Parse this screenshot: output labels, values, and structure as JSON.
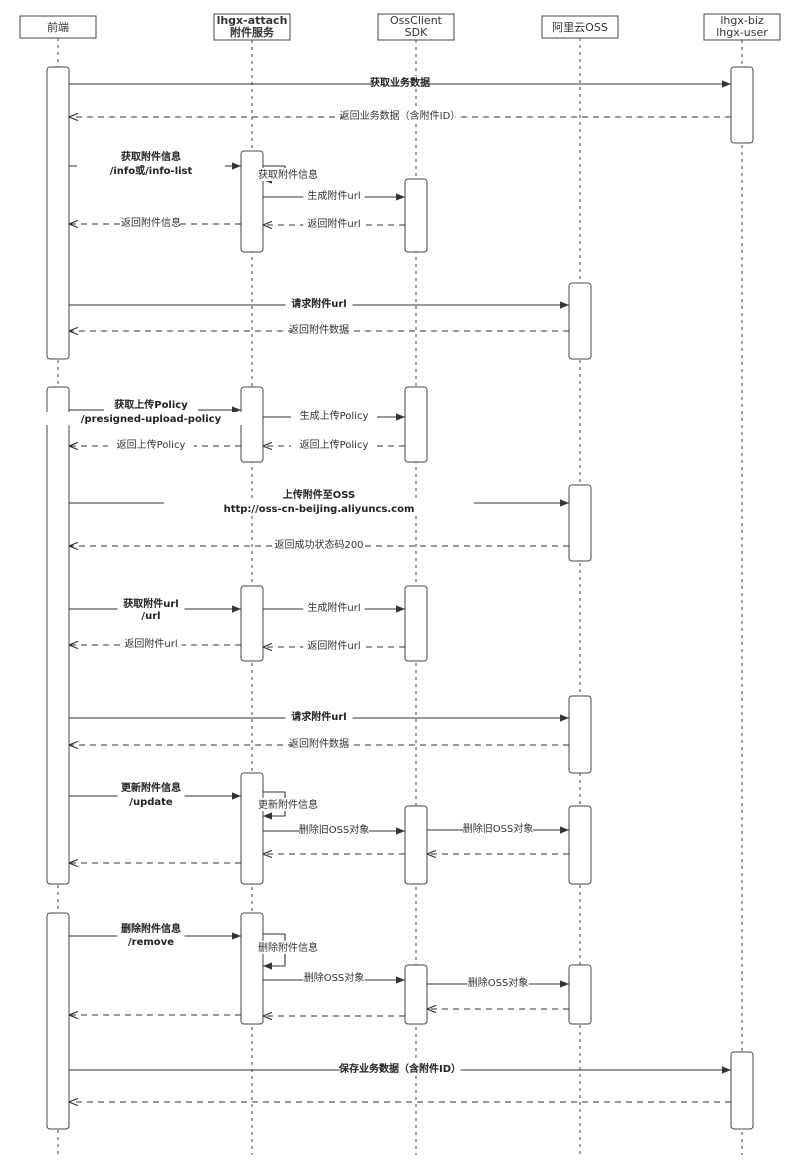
{
  "participants": [
    {
      "id": "fe",
      "lines": [
        "前端"
      ],
      "bold": false
    },
    {
      "id": "attach",
      "lines": [
        "lhgx-attach",
        "附件服务"
      ],
      "bold": true
    },
    {
      "id": "sdk",
      "lines": [
        "OssClient",
        "SDK"
      ],
      "bold": false
    },
    {
      "id": "oss",
      "lines": [
        "阿里云OSS"
      ],
      "bold": false
    },
    {
      "id": "biz",
      "lines": [
        "lhgx-biz",
        "lhgx-user"
      ],
      "bold": false
    }
  ],
  "messages": [
    {
      "from": "fe",
      "to": "biz",
      "lines": [
        "获取业务数据"
      ],
      "bold": true,
      "dashed": false
    },
    {
      "from": "biz",
      "to": "fe",
      "lines": [
        "返回业务数据（含附件ID）"
      ],
      "bold": false,
      "dashed": true
    },
    {
      "from": "fe",
      "to": "attach",
      "lines": [
        "获取附件信息",
        "/info或/info-list"
      ],
      "bold": true,
      "dashed": false
    },
    {
      "from": "attach",
      "to": "attach",
      "lines": [
        "获取附件信息"
      ],
      "bold": false,
      "dashed": false,
      "self": true
    },
    {
      "from": "attach",
      "to": "sdk",
      "lines": [
        "生成附件url"
      ],
      "bold": false,
      "dashed": false
    },
    {
      "from": "sdk",
      "to": "attach",
      "lines": [
        "返回附件url"
      ],
      "bold": false,
      "dashed": true
    },
    {
      "from": "attach",
      "to": "fe",
      "lines": [
        "返回附件信息"
      ],
      "bold": false,
      "dashed": true
    },
    {
      "from": "fe",
      "to": "oss",
      "lines": [
        "请求附件url"
      ],
      "bold": true,
      "dashed": false
    },
    {
      "from": "oss",
      "to": "fe",
      "lines": [
        "返回附件数据"
      ],
      "bold": false,
      "dashed": true
    },
    {
      "from": "fe",
      "to": "attach",
      "lines": [
        "获取上传Policy",
        "/presigned-upload-policy"
      ],
      "bold": true,
      "dashed": false
    },
    {
      "from": "attach",
      "to": "sdk",
      "lines": [
        "生成上传Policy"
      ],
      "bold": false,
      "dashed": false
    },
    {
      "from": "sdk",
      "to": "attach",
      "lines": [
        "返回上传Policy"
      ],
      "bold": false,
      "dashed": true
    },
    {
      "from": "attach",
      "to": "fe",
      "lines": [
        "返回上传Policy"
      ],
      "bold": false,
      "dashed": true
    },
    {
      "from": "fe",
      "to": "oss",
      "lines": [
        "上传附件至OSS",
        "http://oss-cn-beijing.aliyuncs.com"
      ],
      "bold": true,
      "dashed": false
    },
    {
      "from": "oss",
      "to": "fe",
      "lines": [
        "返回成功状态码200"
      ],
      "bold": false,
      "dashed": true
    },
    {
      "from": "fe",
      "to": "attach",
      "lines": [
        "获取附件url",
        "/url"
      ],
      "bold": true,
      "dashed": false
    },
    {
      "from": "attach",
      "to": "sdk",
      "lines": [
        "生成附件url"
      ],
      "bold": false,
      "dashed": false
    },
    {
      "from": "sdk",
      "to": "attach",
      "lines": [
        "返回附件url"
      ],
      "bold": false,
      "dashed": true
    },
    {
      "from": "attach",
      "to": "fe",
      "lines": [
        "返回附件url"
      ],
      "bold": false,
      "dashed": true
    },
    {
      "from": "fe",
      "to": "oss",
      "lines": [
        "请求附件url"
      ],
      "bold": true,
      "dashed": false
    },
    {
      "from": "oss",
      "to": "fe",
      "lines": [
        "返回附件数据"
      ],
      "bold": false,
      "dashed": true
    },
    {
      "from": "fe",
      "to": "attach",
      "lines": [
        "更新附件信息",
        "/update"
      ],
      "bold": true,
      "dashed": false
    },
    {
      "from": "attach",
      "to": "attach",
      "lines": [
        "更新附件信息"
      ],
      "bold": false,
      "dashed": false,
      "self": true
    },
    {
      "from": "attach",
      "to": "sdk",
      "lines": [
        "删除旧OSS对象"
      ],
      "bold": false,
      "dashed": false
    },
    {
      "from": "sdk",
      "to": "oss",
      "lines": [
        "删除旧OSS对象"
      ],
      "bold": false,
      "dashed": false
    },
    {
      "from": "oss",
      "to": "sdk",
      "lines": [],
      "bold": false,
      "dashed": true
    },
    {
      "from": "sdk",
      "to": "attach",
      "lines": [],
      "bold": false,
      "dashed": true
    },
    {
      "from": "attach",
      "to": "fe",
      "lines": [],
      "bold": false,
      "dashed": true
    },
    {
      "from": "fe",
      "to": "attach",
      "lines": [
        "删除附件信息",
        "/remove"
      ],
      "bold": true,
      "dashed": false
    },
    {
      "from": "attach",
      "to": "attach",
      "lines": [
        "删除附件信息"
      ],
      "bold": false,
      "dashed": false,
      "self": true
    },
    {
      "from": "attach",
      "to": "sdk",
      "lines": [
        "删除OSS对象"
      ],
      "bold": false,
      "dashed": false
    },
    {
      "from": "sdk",
      "to": "oss",
      "lines": [
        "删除OSS对象"
      ],
      "bold": false,
      "dashed": false
    },
    {
      "from": "oss",
      "to": "sdk",
      "lines": [],
      "bold": false,
      "dashed": true
    },
    {
      "from": "sdk",
      "to": "attach",
      "lines": [],
      "bold": false,
      "dashed": true
    },
    {
      "from": "attach",
      "to": "fe",
      "lines": [],
      "bold": false,
      "dashed": true
    },
    {
      "from": "fe",
      "to": "biz",
      "lines": [
        "保存业务数据（含附件ID）"
      ],
      "bold": true,
      "dashed": false
    },
    {
      "from": "biz",
      "to": "fe",
      "lines": [],
      "bold": false,
      "dashed": true
    }
  ]
}
